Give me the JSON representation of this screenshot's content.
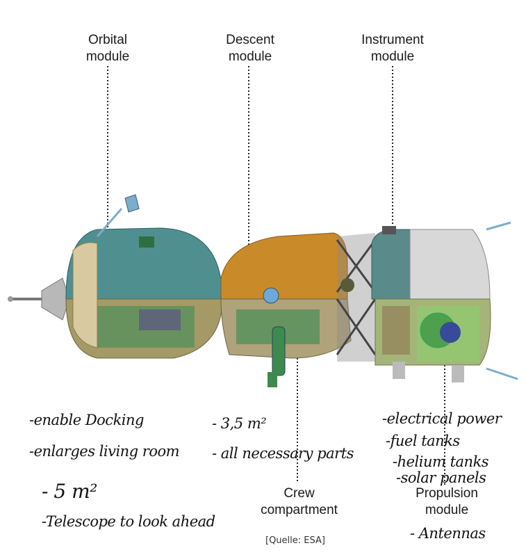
{
  "labels": {
    "orbital": "Orbital\nmodule",
    "descent": "Descent\nmodule",
    "instrument": "Instrument\nmodule",
    "crew": "Crew\ncompartment",
    "propulsion": "Propulsion\nmodule"
  },
  "notes": {
    "orbital": [
      "-enable Docking",
      "-enlarges living room",
      "- 5 m²",
      "-Telescope to look ahead"
    ],
    "descent": [
      "- 3,5 m²",
      "- all necessary parts"
    ],
    "instrument": [
      "-electrical power",
      "-fuel tanks",
      "-helium tanks",
      "-solar panels"
    ],
    "propulsion": [
      "- Antennas"
    ]
  },
  "source": "[Quelle: ESA]",
  "colors": {
    "orbital_hull": "#4f8f8f",
    "descent_hull": "#c98a2a",
    "instrument_hull": "#5a8a8a",
    "propulsion_hull": "#d8d8d8",
    "interior_green": "#4e8f5a",
    "interior_tan": "#a59a66"
  }
}
